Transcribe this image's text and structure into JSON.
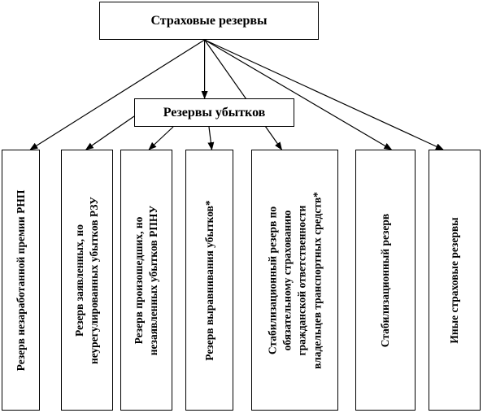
{
  "root": {
    "label": "Страховые резервы"
  },
  "mid": {
    "label": "Резервы убытков"
  },
  "leaves": [
    {
      "lines": [
        "Резерв незаработанной премии РНП"
      ]
    },
    {
      "lines": [
        "Резерв заявленных, но",
        "неурегулированных убытков РЗУ"
      ]
    },
    {
      "lines": [
        "Резерв произошедших, но",
        "незаявленных убытков РПНУ"
      ]
    },
    {
      "lines": [
        "Резерв выравнивания убытков*"
      ]
    },
    {
      "lines": [
        "Стабилизационный резерв по",
        "обязательному страхованию",
        "гражданской ответственности",
        "владельцев транспортных средств*"
      ]
    },
    {
      "lines": [
        "Стабилизационный резерв"
      ]
    },
    {
      "lines": [
        "Иные страховые резервы"
      ]
    }
  ],
  "edges": [
    {
      "from": "root",
      "to": "mid"
    },
    {
      "from": "root",
      "to": "leaf-0"
    },
    {
      "from": "root",
      "to": "leaf-4"
    },
    {
      "from": "root",
      "to": "leaf-5"
    },
    {
      "from": "root",
      "to": "leaf-6"
    },
    {
      "from": "mid",
      "to": "leaf-1"
    },
    {
      "from": "mid",
      "to": "leaf-2"
    },
    {
      "from": "mid",
      "to": "leaf-3"
    }
  ]
}
